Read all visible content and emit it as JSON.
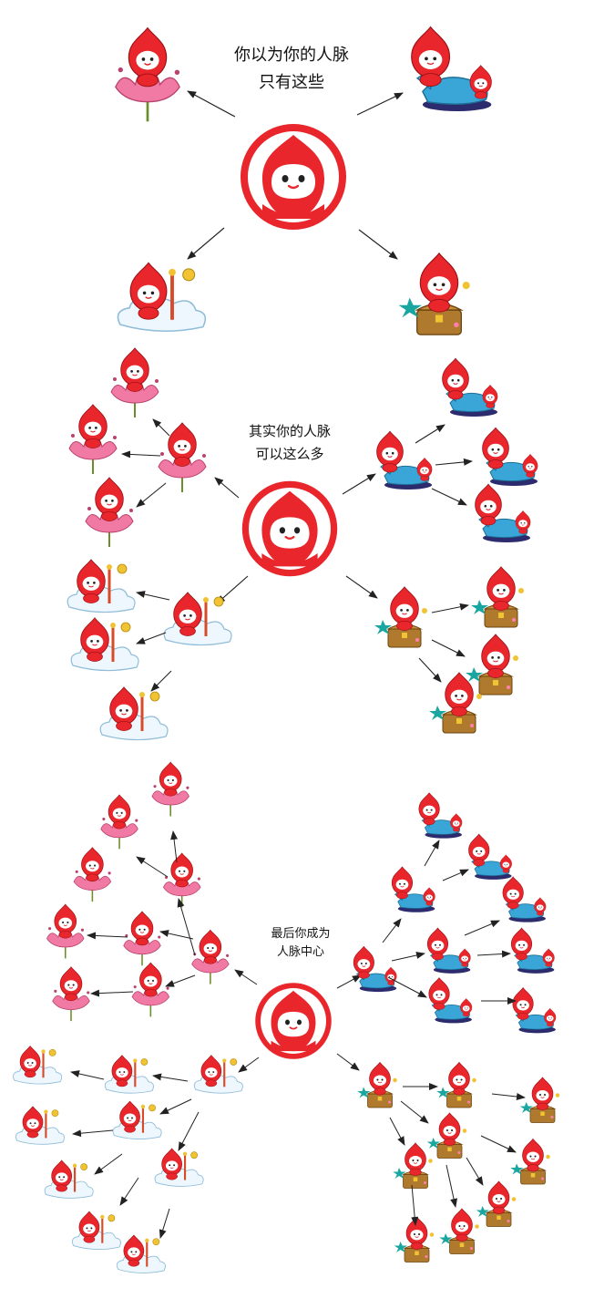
{
  "sections": [
    {
      "id": "s1",
      "caption_lines": [
        "你以为你的人脉",
        "只有这些"
      ],
      "hub": {
        "icon": "red-mascot-logo-icon"
      },
      "branches": [
        {
          "id": "lotus",
          "icon": "mascot-on-lotus-icon",
          "children": []
        },
        {
          "id": "dolphin",
          "icon": "mascot-with-blue-dolphin-icon",
          "children": []
        },
        {
          "id": "cloud",
          "icon": "mascot-on-cloud-with-bird-icon",
          "children": []
        },
        {
          "id": "treasure",
          "icon": "mascot-on-treasure-chest-icon",
          "children": []
        }
      ]
    },
    {
      "id": "s2",
      "caption_lines": [
        "其实你的人脉",
        "可以这么多"
      ],
      "hub": {
        "icon": "red-mascot-logo-icon"
      },
      "branches": [
        {
          "id": "lotus",
          "icon": "mascot-on-lotus-icon",
          "children": 3
        },
        {
          "id": "dolphin",
          "icon": "mascot-with-blue-dolphin-icon",
          "children": 3
        },
        {
          "id": "cloud",
          "icon": "mascot-on-cloud-with-bird-icon",
          "children": 3
        },
        {
          "id": "treasure",
          "icon": "mascot-on-treasure-chest-icon",
          "children": 3
        }
      ]
    },
    {
      "id": "s3",
      "caption_lines": [
        "最后你成为",
        "人脉中心"
      ],
      "hub": {
        "icon": "red-mascot-logo-icon"
      },
      "branches": [
        {
          "id": "lotus",
          "icon": "mascot-on-lotus-icon"
        },
        {
          "id": "dolphin",
          "icon": "mascot-with-blue-dolphin-icon"
        },
        {
          "id": "cloud",
          "icon": "mascot-on-cloud-with-bird-icon"
        },
        {
          "id": "treasure",
          "icon": "mascot-on-treasure-chest-icon"
        }
      ]
    }
  ],
  "colors": {
    "brand_red": "#e8262b",
    "dark_red": "#b5131a",
    "face_white": "#ffffff",
    "lotus_pink": "#f07aa3",
    "dolphin_blue": "#3aa6d8",
    "cloud_blue": "#cfe6f5",
    "chest_brown": "#b07a2e",
    "star_teal": "#1aa6a0",
    "gold": "#f1c232",
    "arrow": "#222222"
  }
}
